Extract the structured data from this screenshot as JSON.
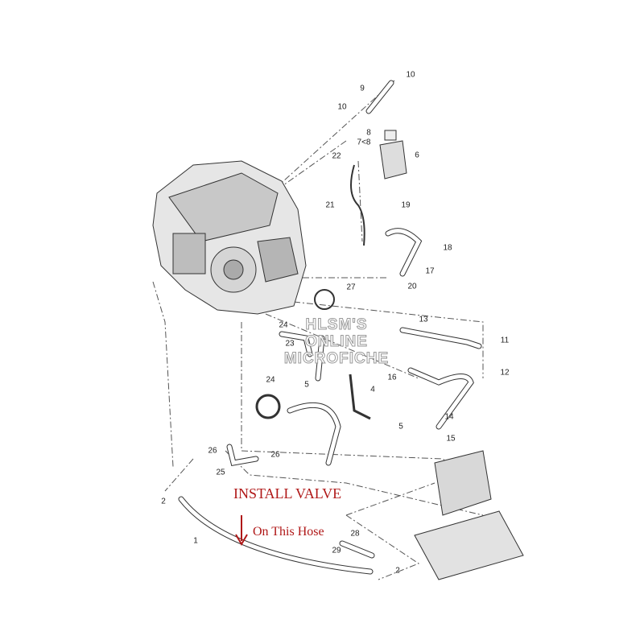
{
  "labels": [
    "10",
    "9",
    "10",
    "8",
    "7<8",
    "6",
    "22",
    "21",
    "19",
    "18",
    "17",
    "20",
    "27",
    "13",
    "11",
    "24",
    "23",
    "24",
    "16",
    "12",
    "5",
    "4",
    "14",
    "5",
    "15",
    "26",
    "26",
    "25",
    "2",
    "1",
    "28",
    "29",
    "2"
  ],
  "watermark": [
    "HLSM'S",
    "ONLINE",
    "MICROFICHE"
  ],
  "annotation": {
    "line1": "INSTALL VALVE",
    "line2": "On This Hose",
    "color": "#b01818"
  }
}
